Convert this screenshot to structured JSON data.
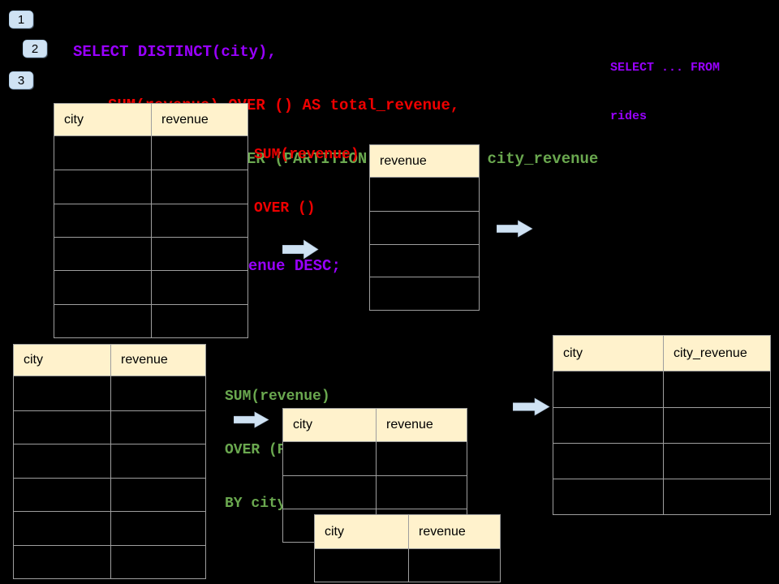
{
  "colors": {
    "background": "#000000",
    "purple": "#9900ff",
    "red": "#ee0000",
    "green": "#6aa84f",
    "header_fill": "#fff2cc",
    "arrow_fill": "#cfe2f3",
    "table_border": "#9e9e9e",
    "badge_fill": "#cfe2f3"
  },
  "step_badges": [
    {
      "label": "1"
    },
    {
      "label": "2"
    },
    {
      "label": "3"
    }
  ],
  "sql_code": {
    "lines": [
      {
        "text": "SELECT DISTINCT(city),",
        "color": "purple"
      },
      {
        "text": "SUM(revenue) OVER () AS total_revenue,",
        "color": "red"
      },
      {
        "text": "SUM(revenue) OVER (PARTITION BY city) as city_revenue",
        "color": "green"
      },
      {
        "text": "FROM rides",
        "color": "purple"
      },
      {
        "text": "ORDER by city_revenue DESC;",
        "color": "purple"
      }
    ]
  },
  "side_note": {
    "line1": "SELECT ... FROM",
    "line2": "rides",
    "color": "purple"
  },
  "annotations": {
    "total_revenue_label": {
      "line1": "SUM(revenue)",
      "line2": "OVER ()",
      "color": "red"
    },
    "partition_label": {
      "line1": "SUM(revenue)",
      "line2": "OVER (PARTITION",
      "line3": "BY city)",
      "color": "green"
    }
  },
  "tables": {
    "source_top": {
      "headers": [
        "city",
        "revenue"
      ],
      "rows": 6
    },
    "total_result": {
      "headers": [
        "revenue"
      ],
      "rows": 4
    },
    "source_bottom": {
      "headers": [
        "city",
        "revenue"
      ],
      "rows": 6
    },
    "partition_step": {
      "headers": [
        "city",
        "revenue"
      ],
      "rows": 3
    },
    "partition_overlay": {
      "headers": [
        "city",
        "revenue"
      ],
      "rows": 1
    },
    "final_result": {
      "headers": [
        "city",
        "city_revenue"
      ],
      "rows": 4
    }
  }
}
